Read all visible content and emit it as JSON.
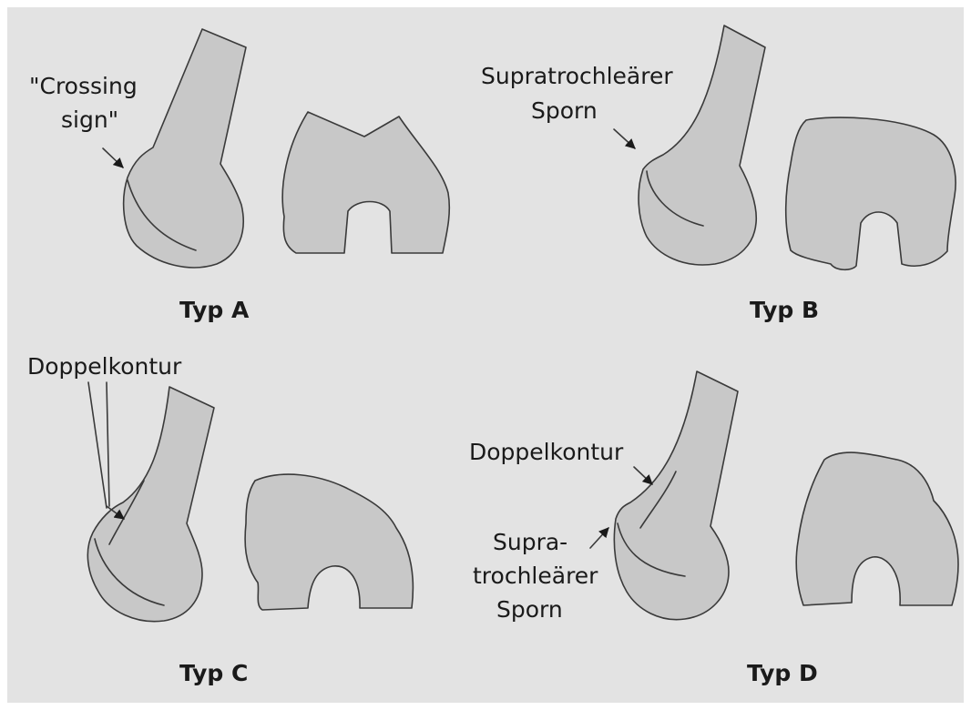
{
  "colors": {
    "background": "#e3e3e3",
    "bone_fill": "#c8c8c8",
    "outline": "#3a3a3a"
  },
  "panels": [
    {
      "title": "Typ A",
      "annotations": [
        "\"Crossing",
        "sign\""
      ]
    },
    {
      "title": "Typ B",
      "annotations": [
        "Supratrochleärer",
        "Sporn"
      ]
    },
    {
      "title": "Typ C",
      "annotations": [
        "Doppelkontur"
      ]
    },
    {
      "title": "Typ D",
      "annotations": [
        "Doppelkontur",
        "Supra-",
        "trochleärer",
        "Sporn"
      ]
    }
  ]
}
